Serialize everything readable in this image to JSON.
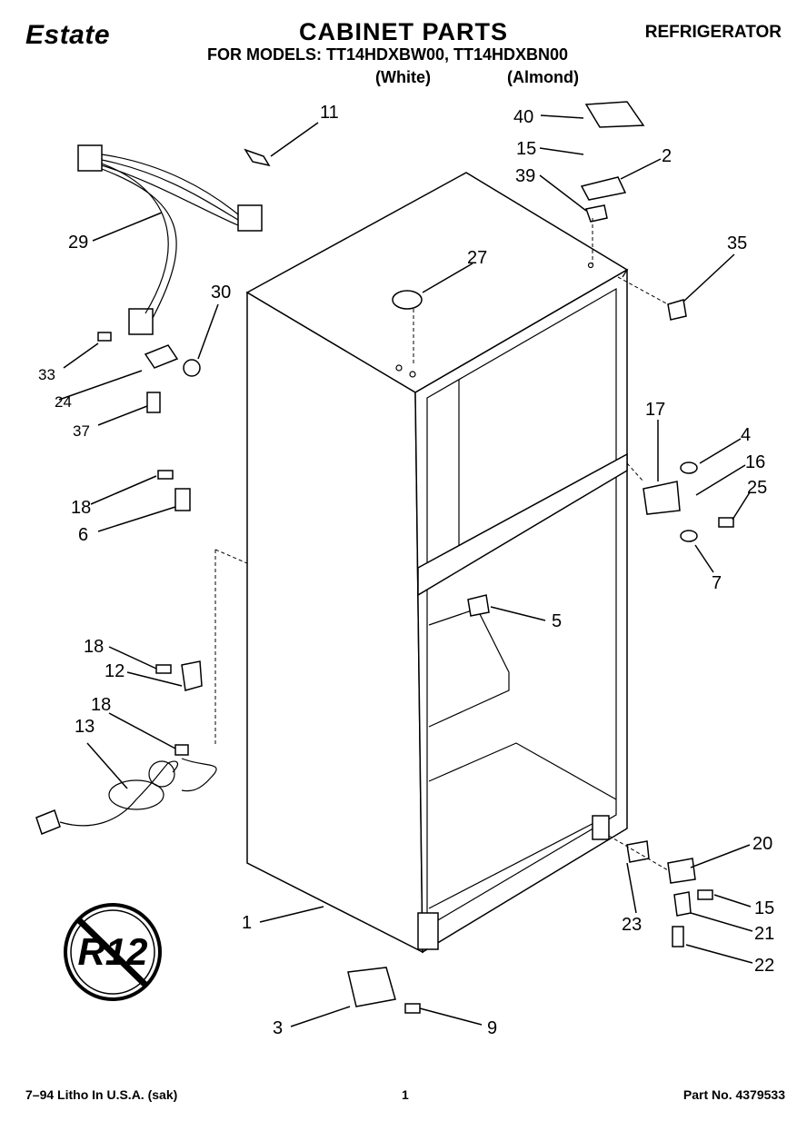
{
  "header": {
    "brand": "Estate",
    "title": "CABINET PARTS",
    "category": "REFRIGERATOR",
    "models": "FOR MODELS: TT14HDXBW00, TT14HDXBN00",
    "variant_white": "(White)",
    "variant_almond": "(Almond)"
  },
  "callouts": {
    "p1": "1",
    "p2": "2",
    "p3": "3",
    "p4": "4",
    "p5": "5",
    "p6": "6",
    "p7": "7",
    "p9": "9",
    "p11": "11",
    "p12": "12",
    "p13": "13",
    "p15a": "15",
    "p15b": "15",
    "p16": "16",
    "p17": "17",
    "p18a": "18",
    "p18b": "18",
    "p18c": "18",
    "p20": "20",
    "p21": "21",
    "p22": "22",
    "p23": "23",
    "p24": "24",
    "p25": "25",
    "p27": "27",
    "p29": "29",
    "p30": "30",
    "p33": "33",
    "p35": "35",
    "p37": "37",
    "p39": "39",
    "p40": "40"
  },
  "badge": {
    "text": "R12"
  },
  "footer": {
    "left": "7–94 Litho In U.S.A. (sak)",
    "center": "1",
    "right": "Part No. 4379533"
  }
}
